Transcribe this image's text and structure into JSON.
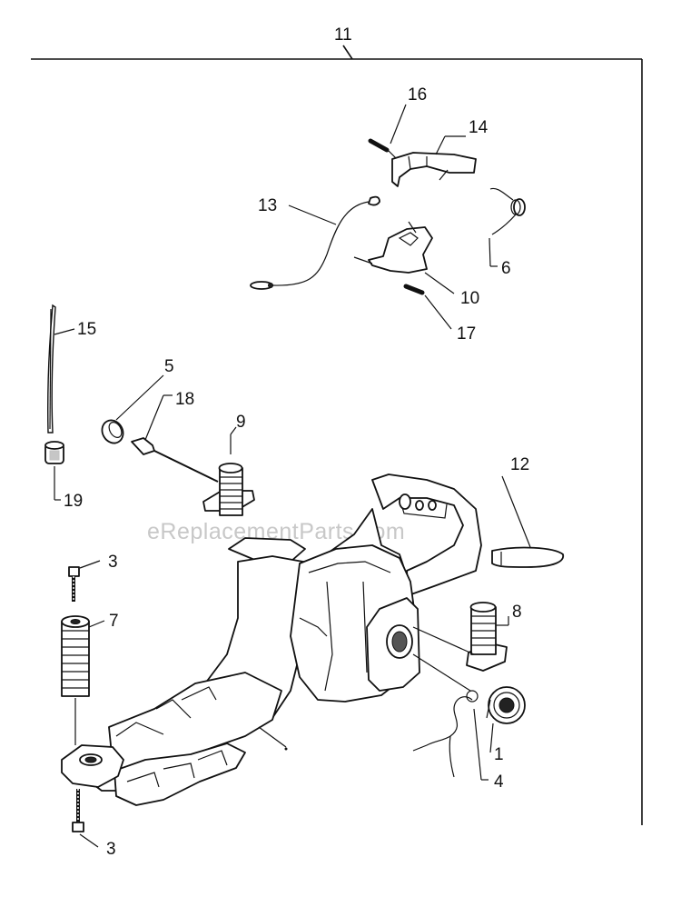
{
  "callouts": [
    {
      "id": "11",
      "label": "11"
    },
    {
      "id": "16",
      "label": "16"
    },
    {
      "id": "14",
      "label": "14"
    },
    {
      "id": "13",
      "label": "13"
    },
    {
      "id": "6",
      "label": "6"
    },
    {
      "id": "10",
      "label": "10"
    },
    {
      "id": "17",
      "label": "17"
    },
    {
      "id": "15",
      "label": "15"
    },
    {
      "id": "5",
      "label": "5"
    },
    {
      "id": "18",
      "label": "18"
    },
    {
      "id": "9",
      "label": "9"
    },
    {
      "id": "12",
      "label": "12"
    },
    {
      "id": "19",
      "label": "19"
    },
    {
      "id": "3a",
      "label": "3"
    },
    {
      "id": "7",
      "label": "7"
    },
    {
      "id": "8",
      "label": "8"
    },
    {
      "id": "1",
      "label": "1"
    },
    {
      "id": "4",
      "label": "4"
    },
    {
      "id": "3b",
      "label": "3"
    }
  ],
  "watermark": "eReplacementParts.com"
}
